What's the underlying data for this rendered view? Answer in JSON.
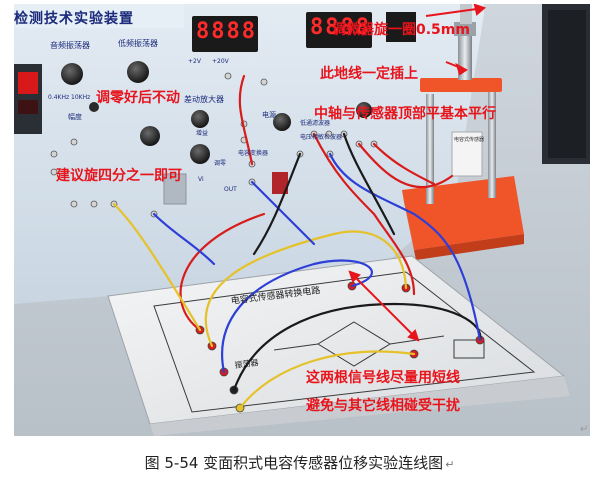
{
  "photo": {
    "panel_title": "检测技术实验装置",
    "audio_osc": "音频振荡器",
    "low_osc": "低频振荡器",
    "amplitude": "幅度",
    "freq_range": "0.4KHz   10KHz",
    "amp_label": "差动放大器",
    "gain_label": "增益",
    "zero_label": "调零",
    "ps_label": "电源",
    "cap_label": "电容变换器",
    "diff_label": "电压相敏检波器",
    "lpf_label": "低通滤波器",
    "board_label": "电容式传感器转换电路",
    "board_sub": "振荡器",
    "vin": "Vi",
    "out": "OUT",
    "ch1": "+2V",
    "ch2": "+20V",
    "display1": "8888",
    "display2": "8888",
    "sensor_label": "电容式传感器"
  },
  "annotations": {
    "micrometer": "调微器旋一圈0.5mm",
    "ground": "此地线一定插上",
    "parallel": "中轴与传感器顶部平基本平行",
    "zero": "调零好后不动",
    "quarter": "建议旋四分之一即可",
    "signal1": "这两根信号线尽量用短线",
    "signal2": "避免与其它线相碰受干扰"
  },
  "caption": {
    "text": "图 5-54  变面积式电容传感器位移实验连线图",
    "mark": "↵"
  },
  "colors": {
    "annotation": "#e8141c",
    "panel": "#d7e3ef",
    "platform": "#f0552a"
  }
}
